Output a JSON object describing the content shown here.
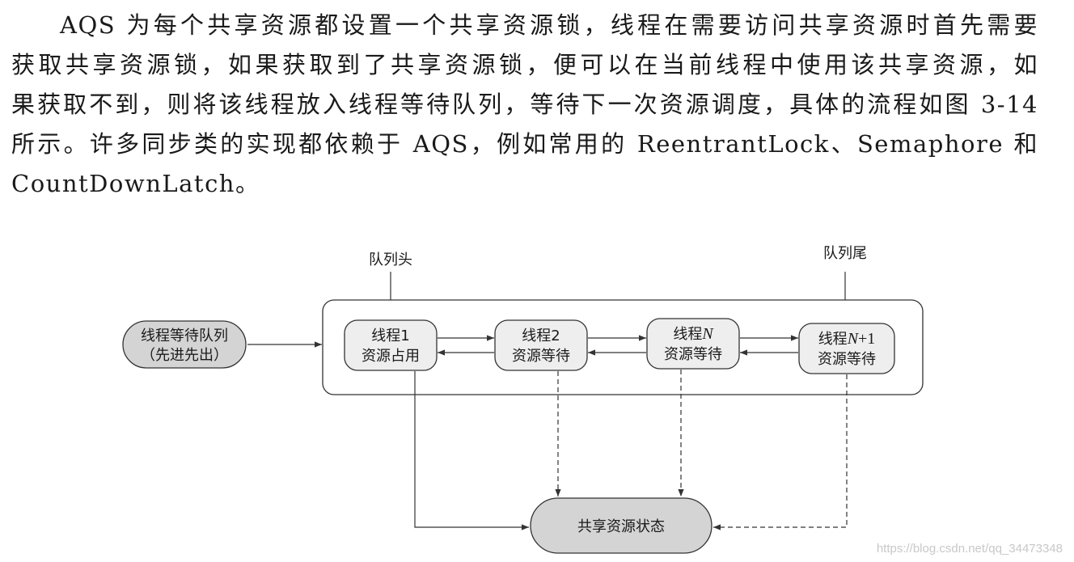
{
  "paragraph": {
    "lines": [
      "AQS 为每个共享资源都设置一个共享资源锁，线程在需要访问共享资源时首先需要",
      "获取共享资源锁，如果获取到了共享资源锁，便可以在当前线程中使用该共享资源，如",
      "果获取不到，则将该线程放入线程等待队列，等待下一次资源调度，具体的流程如图 3-14",
      "所示。许多同步类的实现都依赖于 AQS，例如常用的 ReentrantLock、Semaphore 和",
      "CountDownLatch。"
    ]
  },
  "diagram": {
    "queue_head_label": "队列头",
    "queue_tail_label": "队列尾",
    "waiting_queue": {
      "line1": "线程等待队列",
      "line2": "（先进先出）"
    },
    "nodes": [
      {
        "title": "线程1",
        "status": "资源占用"
      },
      {
        "title": "线程2",
        "status": "资源等待"
      },
      {
        "title": "线程",
        "title_italic": "N",
        "title_suffix": "",
        "status": "资源等待"
      },
      {
        "title": "线程",
        "title_italic": "N",
        "title_suffix": "+1",
        "status": "资源等待"
      }
    ],
    "shared_state_label": "共享资源状态"
  },
  "watermark": "https://blog.csdn.net/qq_34473348"
}
